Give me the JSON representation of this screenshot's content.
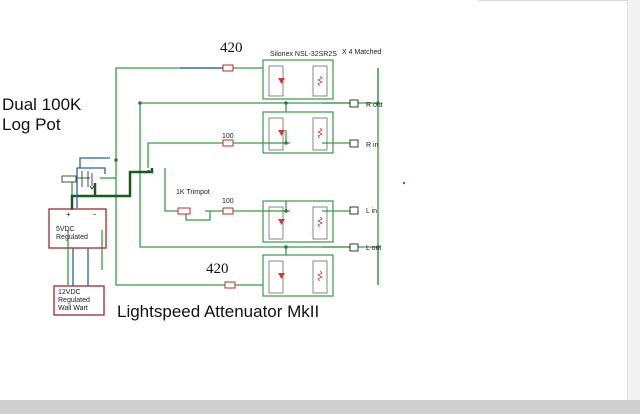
{
  "diagram": {
    "title": "Lightspeed Attenuator MkII",
    "pot_label_line1": "Dual 100K",
    "pot_label_line2": "Log Pot",
    "resistor_top_value": "420",
    "resistor_bottom_value": "420",
    "resistor_upper_mid_value": "100",
    "resistor_lower_mid_value": "100",
    "trimpot_label": "1K  Trimpot",
    "optocoupler_part": "Silonex  NSL-32SR2S",
    "optocoupler_qty": "X 4 Matched",
    "regulator_label": "5VDC Regulated",
    "wallwart_label": "12VDC Regulated Wall Wart",
    "regulator_pins": [
      "+",
      "-"
    ],
    "pot_wiper_sign": "-",
    "jacks": [
      "R out",
      "R in",
      "L in",
      "L out"
    ],
    "colors": {
      "wire_green": "#3a9a48",
      "wire_blue": "#2b5fa8",
      "box_red": "#a33a3a",
      "ground_dark": "#1a5a1e"
    }
  }
}
